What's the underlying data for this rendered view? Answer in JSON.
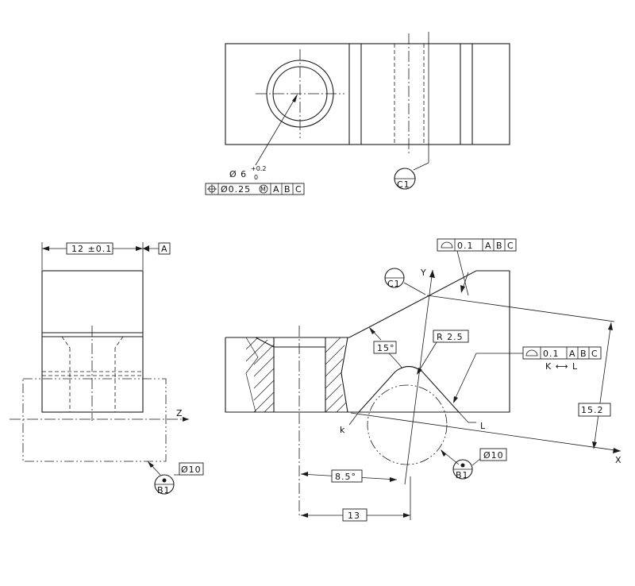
{
  "top_view": {
    "hole_diameter": "Ø 6",
    "hole_tol_upper": "+0.2",
    "hole_tol_lower": "0",
    "position_fcf": {
      "symbol": "⌖",
      "tolerance": "Ø0.25",
      "modifier": "M",
      "datums": [
        "A",
        "B",
        "C"
      ]
    },
    "datum_target": "C1"
  },
  "side_view": {
    "width_dim": "12 ±0.1",
    "datum_a": "A",
    "axis_z": "Z",
    "target_diameter": "Ø10",
    "datum_target": "B1"
  },
  "front_view": {
    "profile_fcf_top": {
      "tolerance": "0.1",
      "datums": [
        "A",
        "B",
        "C"
      ]
    },
    "profile_fcf_right": {
      "tolerance": "0.1",
      "datums": [
        "A",
        "B",
        "C"
      ]
    },
    "between_note": "K ⟷ L",
    "datum_target_c1": "C1",
    "axis_y": "Y",
    "axis_x": "X",
    "angle_15": "15°",
    "radius": "R 2.5",
    "dim_15_2": "15.2",
    "label_k": "k",
    "label_l": "L",
    "target_diameter": "Ø10",
    "datum_target_b1": "B1",
    "angle_8_5": "8.5°",
    "dim_13": "13"
  },
  "colors": {
    "ink": "#1a1a1a",
    "paper": "#ffffff"
  }
}
